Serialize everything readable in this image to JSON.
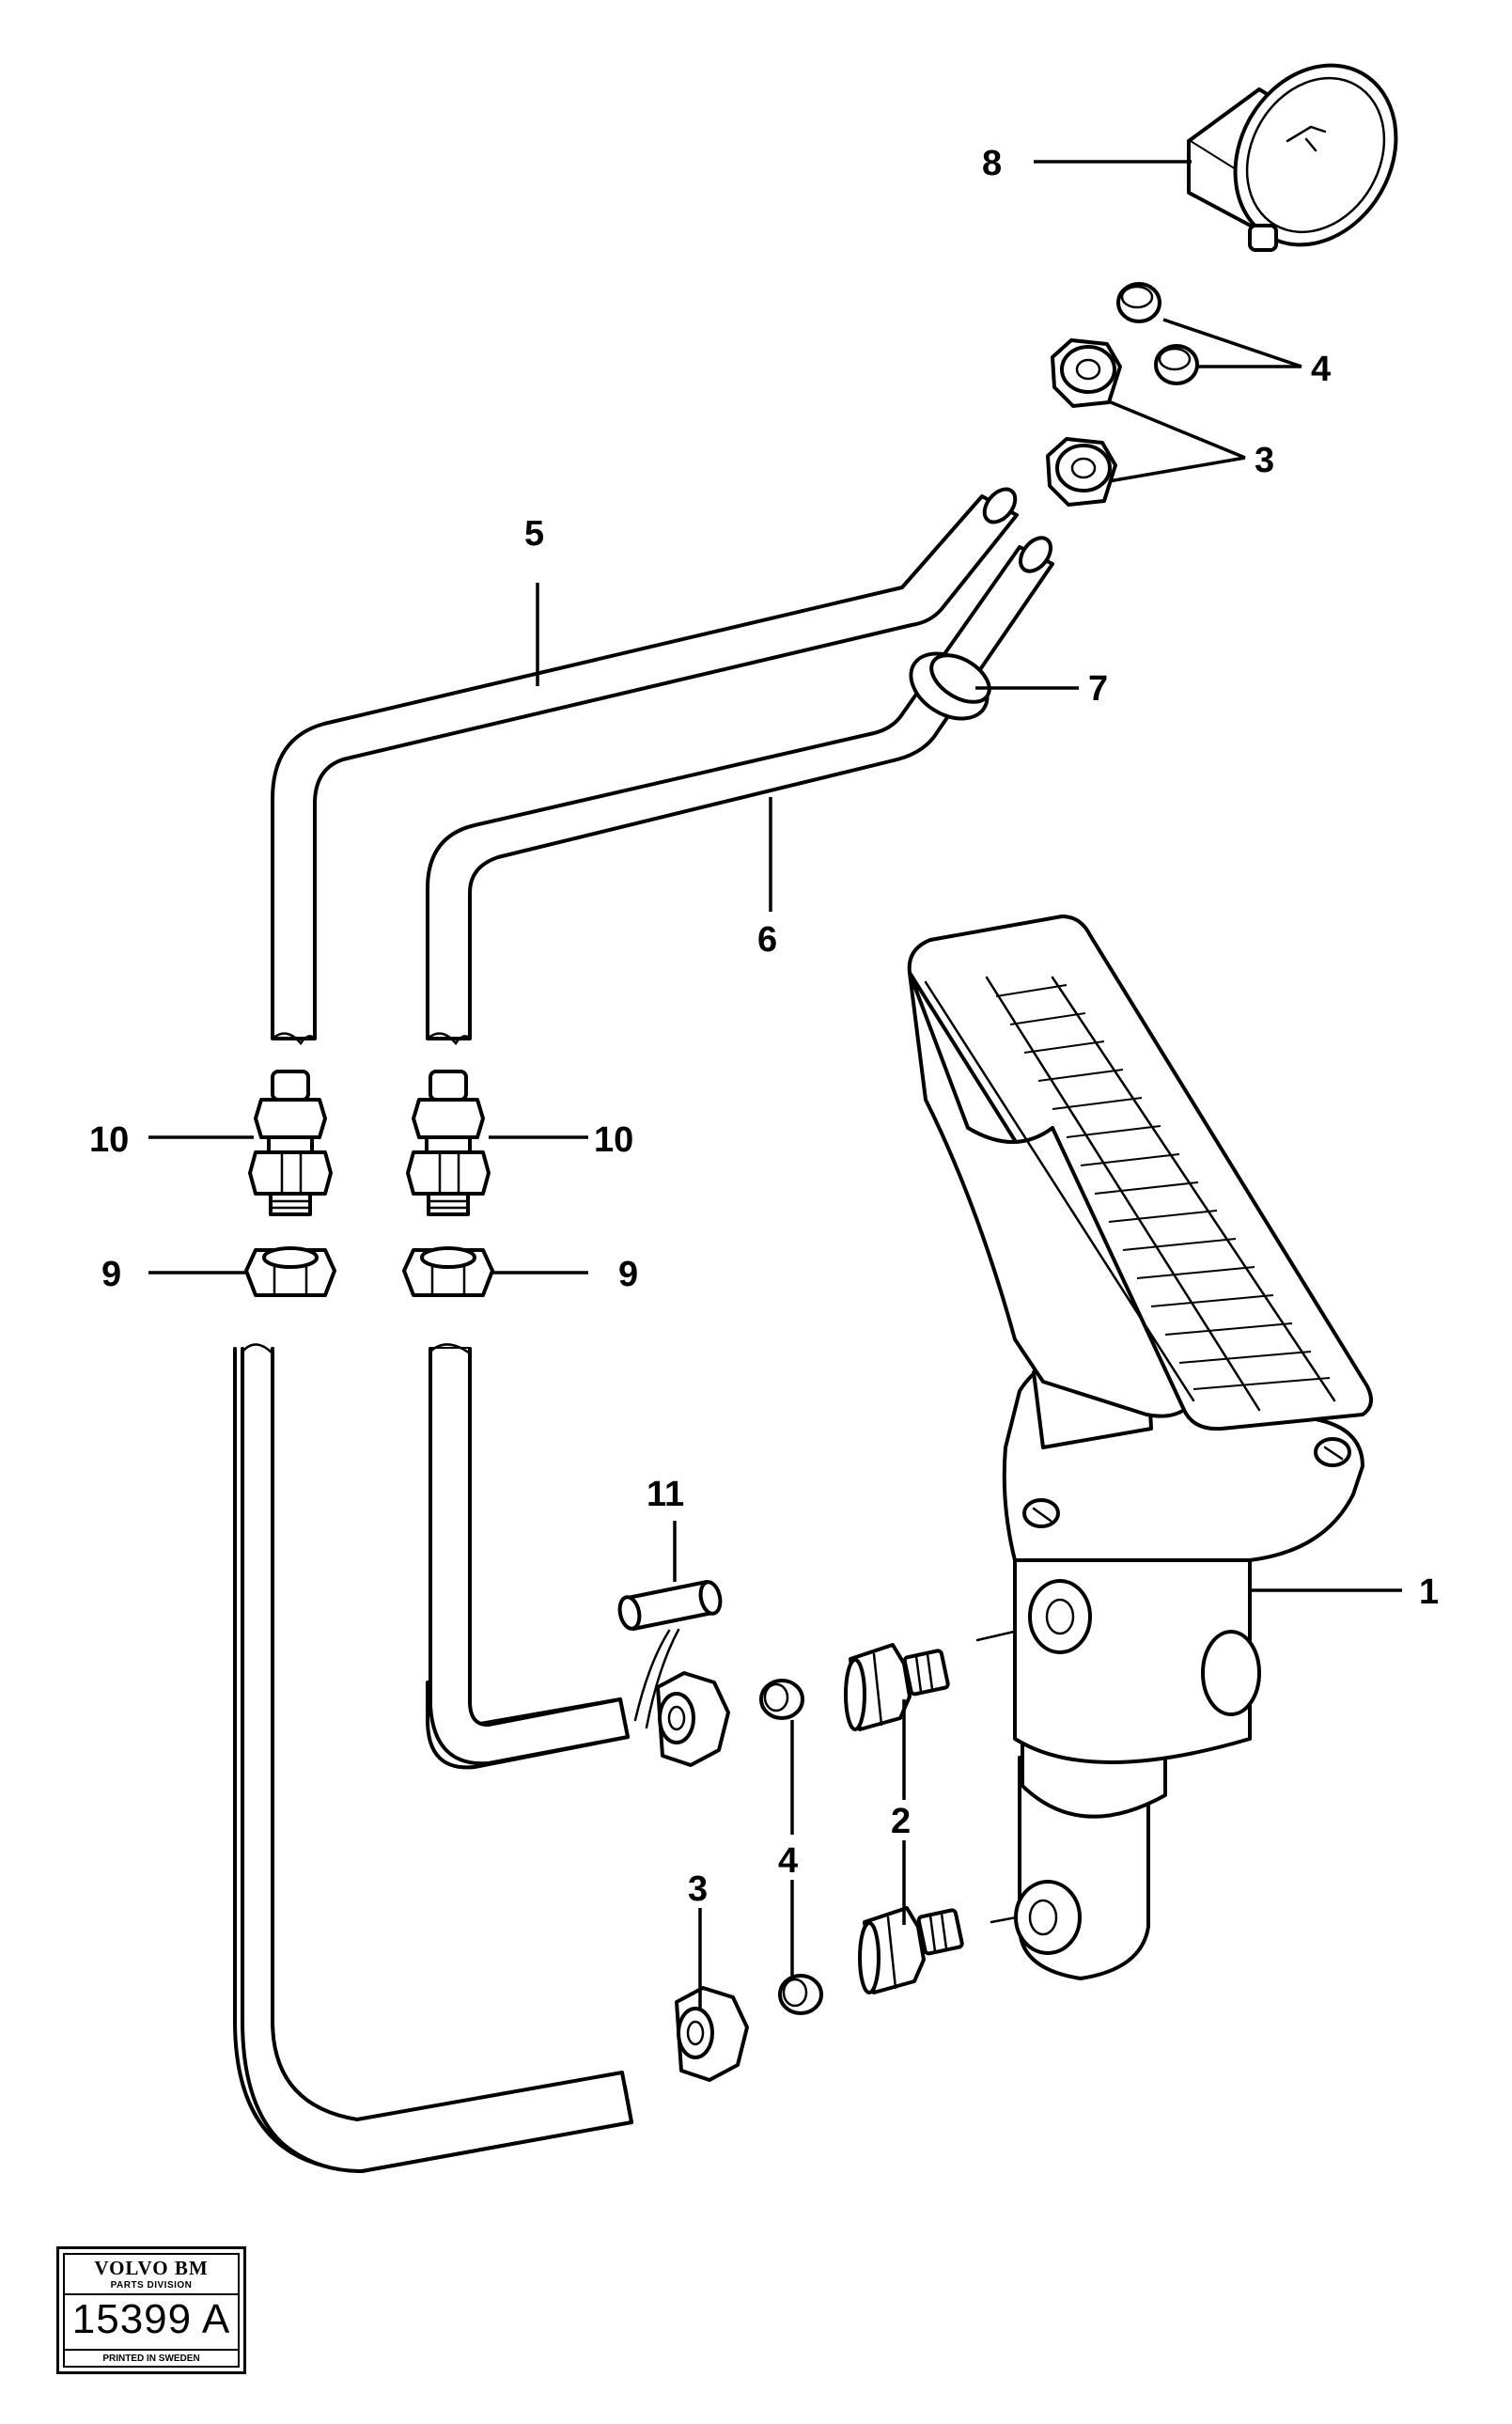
{
  "callouts": {
    "c1": "1",
    "c2": "2",
    "c3a": "3",
    "c3b": "3",
    "c4a": "4",
    "c4b": "4",
    "c5": "5",
    "c6": "6",
    "c7": "7",
    "c8": "8",
    "c9a": "9",
    "c9b": "9",
    "c10a": "10",
    "c10b": "10",
    "c11": "11"
  },
  "logo": {
    "brand": "VOLVO BM",
    "division": "PARTS DIVISION",
    "number": "15399 A",
    "printed": "PRINTED IN SWEDEN"
  }
}
